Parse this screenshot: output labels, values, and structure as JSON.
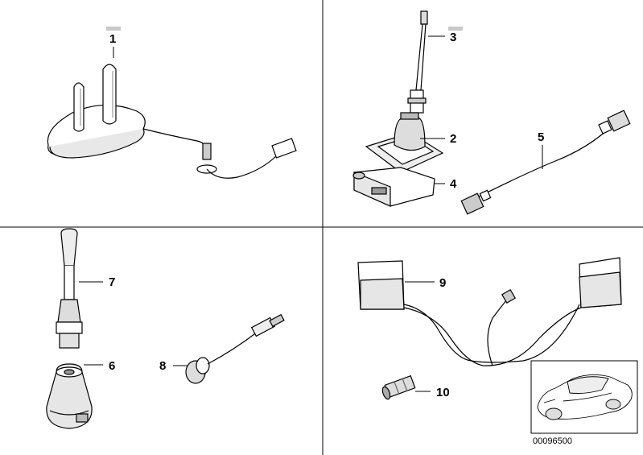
{
  "parts": {
    "p1": "1",
    "p2": "2",
    "p3": "3",
    "p4": "4",
    "p5": "5",
    "p6": "6",
    "p7": "7",
    "p8": "8",
    "p9": "9",
    "p10": "10"
  },
  "document_number": "00096500",
  "colors": {
    "line": "#000000",
    "shade": "#c8c8c8",
    "light": "#eeeeee"
  }
}
